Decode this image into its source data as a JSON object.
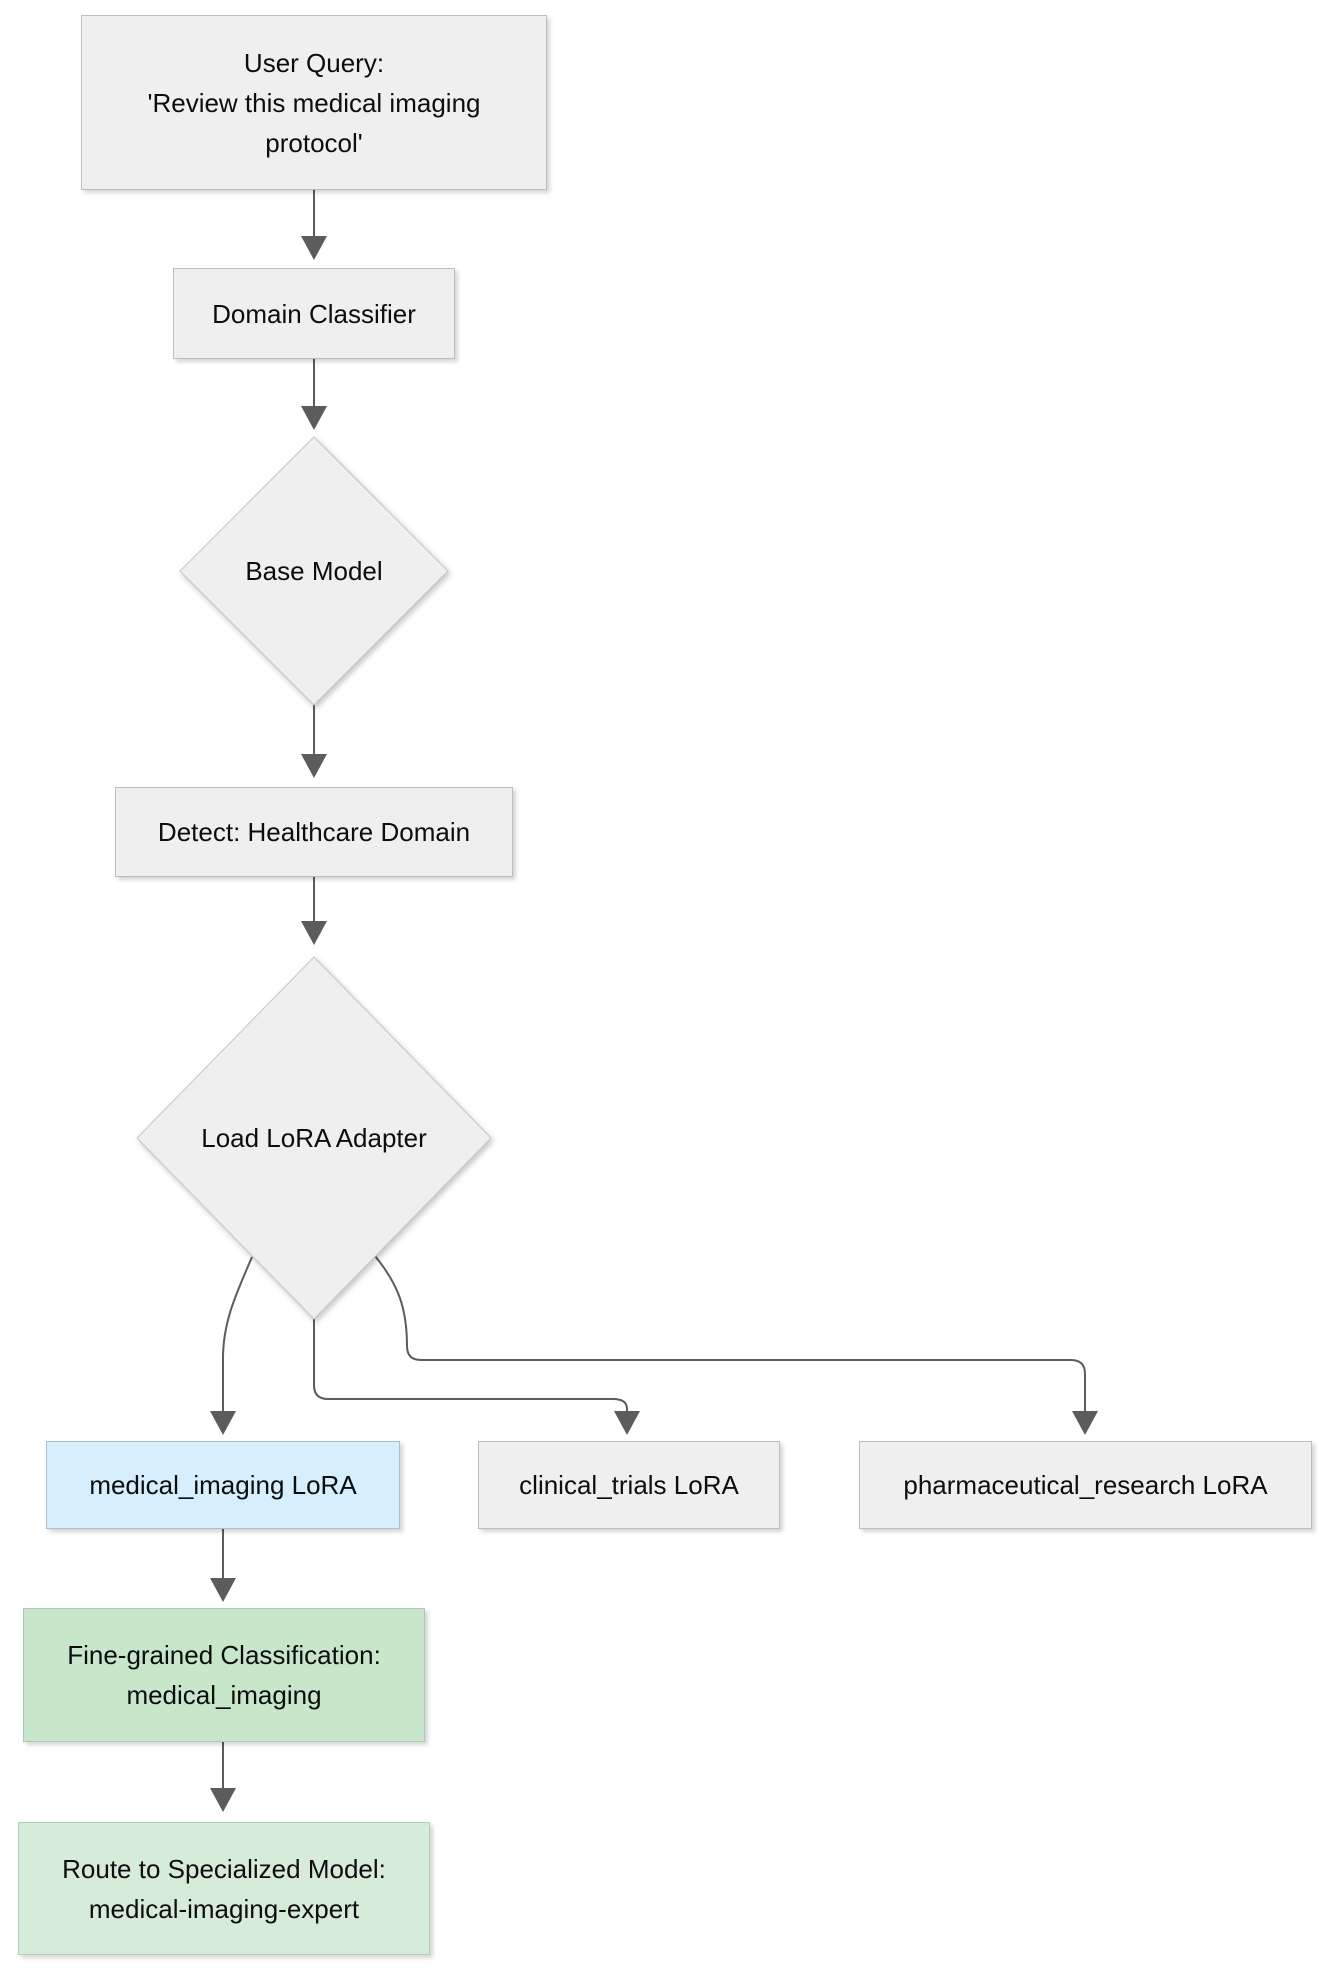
{
  "diagram": {
    "type": "flowchart",
    "direction": "top-down",
    "nodes": {
      "user_query": {
        "shape": "rect",
        "lines": [
          "User Query:",
          "'Review this medical imaging",
          "protocol'"
        ]
      },
      "domain_classifier": {
        "shape": "rect",
        "lines": [
          "Domain Classifier"
        ]
      },
      "base_model": {
        "shape": "diamond",
        "lines": [
          "Base Model"
        ]
      },
      "detect_healthcare": {
        "shape": "rect",
        "lines": [
          "Detect: Healthcare Domain"
        ]
      },
      "load_lora": {
        "shape": "diamond",
        "lines": [
          "Load LoRA Adapter"
        ]
      },
      "medical_imaging": {
        "shape": "rect",
        "lines": [
          "medical_imaging LoRA"
        ]
      },
      "clinical_trials": {
        "shape": "rect",
        "lines": [
          "clinical_trials LoRA"
        ]
      },
      "pharma_research": {
        "shape": "rect",
        "lines": [
          "pharmaceutical_research LoRA"
        ]
      },
      "fine_grained": {
        "shape": "rect",
        "lines": [
          "Fine-grained Classification:",
          "medical_imaging"
        ]
      },
      "route": {
        "shape": "rect",
        "lines": [
          "Route to Specialized Model:",
          "medical-imaging-expert"
        ]
      }
    },
    "edges": [
      {
        "from": "user_query",
        "to": "domain_classifier"
      },
      {
        "from": "domain_classifier",
        "to": "base_model"
      },
      {
        "from": "base_model",
        "to": "detect_healthcare"
      },
      {
        "from": "detect_healthcare",
        "to": "load_lora"
      },
      {
        "from": "load_lora",
        "to": "medical_imaging"
      },
      {
        "from": "load_lora",
        "to": "clinical_trials"
      },
      {
        "from": "load_lora",
        "to": "pharma_research"
      },
      {
        "from": "medical_imaging",
        "to": "fine_grained"
      },
      {
        "from": "fine_grained",
        "to": "route"
      }
    ],
    "colors": {
      "node_fill_gray": "#efefef",
      "node_fill_blue": "#d7eefc",
      "node_fill_green_classification": "#c8e6c9",
      "node_fill_green_route": "#d6ebd8",
      "edge_stroke": "#5c5c5c",
      "text": "#0d0d0d",
      "background": "#ffffff"
    }
  }
}
